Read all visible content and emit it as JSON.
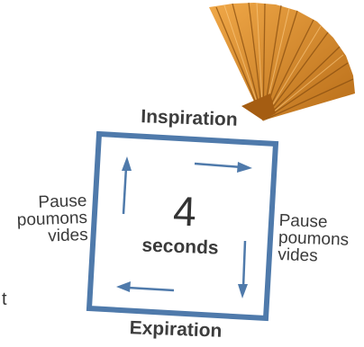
{
  "diagram": {
    "top_label": "Inspiration",
    "bottom_label": "Expiration",
    "center_number": "4",
    "center_unit": "seconds",
    "left_label": [
      "Pause",
      "poumons",
      "vides"
    ],
    "right_label": [
      "Pause",
      "poumons",
      "vides"
    ],
    "cut_text": "t"
  },
  "colors": {
    "square": "#4f7aab",
    "arrows": "#4f7aab",
    "fan": "#d98d2e",
    "text": "#3a3a3a"
  },
  "icons": [
    "folded-paper-fan-icon",
    "arrow-up-icon",
    "arrow-right-icon",
    "arrow-down-icon",
    "arrow-left-icon"
  ]
}
